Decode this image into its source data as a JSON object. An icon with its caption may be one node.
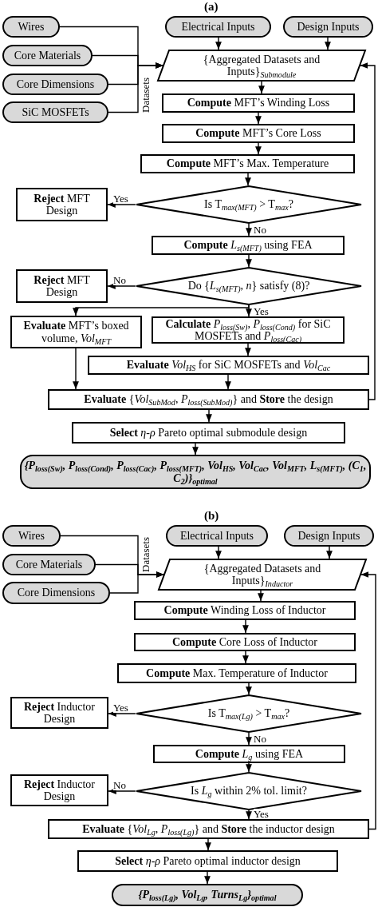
{
  "diagram": {
    "nodes": [
      {
        "text": [
          "Wires"
        ]
      },
      {
        "text": [
          "Core Materials"
        ]
      },
      {
        "text": [
          "Core Dimensions"
        ]
      },
      {
        "text": [
          "SiC MOSFETs"
        ]
      },
      {
        "text": [
          "Electrical Inputs"
        ]
      },
      {
        "text": [
          "Design Inputs"
        ]
      },
      {
        "text": [
          "{Aggregated Datasets and Inputs}$_{Submodule}$"
        ]
      },
      {
        "text": [
          "**Compute** MFT’s Winding Loss"
        ]
      },
      {
        "text": [
          "**Compute** MFT’s Core Loss"
        ]
      },
      {
        "text": [
          "**Compute** MFT’s Max. Temperature"
        ]
      },
      {
        "text": [
          "**Reject** MFT Design"
        ]
      },
      {
        "text": [
          "Is T$_{max(MFT)}$ > T$_{max}$?"
        ]
      },
      {
        "text": [
          "**Compute** *L*$_{s(MFT)}$ using FEA"
        ]
      },
      {
        "text": [
          "**Reject** MFT Design"
        ]
      },
      {
        "text": [
          "Do {*L*$_{s(MFT)}$, *n*} satisfy (8)?"
        ]
      },
      {
        "text": [
          "**Evaluate** MFT’s boxed volume, *Vol*$_{MFT}$"
        ]
      },
      {
        "text": [
          "**Calculate** *P*$_{loss(Sw)}$, *P*$_{loss(Cond)}$ for SiC MOSFETs and *P*$_{loss(Cac)}$"
        ]
      },
      {
        "text": [
          "**Evaluate** *Vol*$_{HS}$ for SiC MOSFETs and *Vol*$_{Cac}$"
        ]
      },
      {
        "text": [
          "**Evaluate** {*Vol*$_{SubMod}$, *P*$_{loss(SubMod)}$} and **Store** the design"
        ]
      },
      {
        "text": [
          "**Select** *η-ρ* Pareto optimal submodule design"
        ]
      },
      {
        "text": [
          "{P$_{loss(Sw)}$, P$_{loss(Cond)}$, P$_{loss(Cac)}$, P$_{loss(MFT)}$, Vol$_{HS}$, Vol$_{Cac}$, Vol$_{MFT}$, L$_{s(MFT)}$, (C$_{1}$, C$_{2}$)}$_{optimal}$"
        ]
      },
      {
        "text": [
          "Wires"
        ]
      },
      {
        "text": [
          "Core Materials"
        ]
      },
      {
        "text": [
          "Core Dimensions"
        ]
      },
      {
        "text": [
          "Electrical Inputs"
        ]
      },
      {
        "text": [
          "Design Inputs"
        ]
      },
      {
        "text": [
          "{Aggregated Datasets and Inputs}$_{Inductor}$"
        ]
      },
      {
        "text": [
          "**Compute** Winding Loss of Inductor"
        ]
      },
      {
        "text": [
          "**Compute** Core Loss of Inductor"
        ]
      },
      {
        "text": [
          "**Compute** Max. Temperature of Inductor"
        ]
      },
      {
        "text": [
          "**Reject** Inductor Design"
        ]
      },
      {
        "text": [
          "Is T$_{max(Lg)}$ > T$_{max}$?"
        ]
      },
      {
        "text": [
          "**Compute** *L*$_{g}$ using FEA"
        ]
      },
      {
        "text": [
          "**Reject** Inductor Design"
        ]
      },
      {
        "text": [
          "Is *L*$_{g}$ within 2% tol. limit?"
        ]
      },
      {
        "text": [
          "**Evaluate** {*Vol*$_{Lg}$, *P*$_{loss(Lg)}$} and **Store** the inductor design"
        ]
      },
      {
        "text": [
          "**Select** *η-ρ* Pareto optimal inductor design"
        ]
      },
      {
        "text": [
          "{P$_{loss(Lg)}$, Vol$_{Lg}$, Turns$_{Lg}$}$_{optimal}$"
        ]
      }
    ],
    "edges": [
      {
        "from": 0,
        "to": 6,
        "arrow": "to"
      },
      {
        "from": 1,
        "to": 6,
        "arrow": "to"
      },
      {
        "from": 2,
        "to": 6,
        "arrow": "to"
      },
      {
        "from": 3,
        "to": 6,
        "arrow": "to"
      },
      {
        "from": 4,
        "to": 6,
        "arrow": "to"
      },
      {
        "from": 5,
        "to": 6,
        "arrow": "to"
      },
      {
        "from": 6,
        "to": 7,
        "arrow": "to"
      },
      {
        "from": 7,
        "to": 8,
        "arrow": "to"
      },
      {
        "from": 8,
        "to": 9,
        "arrow": "to"
      },
      {
        "from": 9,
        "to": 11,
        "arrow": "to"
      },
      {
        "from": 11,
        "to": 10,
        "arrow": "to",
        "label": "Yes"
      },
      {
        "from": 11,
        "to": 12,
        "arrow": "to",
        "label": "No"
      },
      {
        "from": 12,
        "to": 14,
        "arrow": "to"
      },
      {
        "from": 14,
        "to": 13,
        "arrow": "to",
        "label": "No"
      },
      {
        "from": 14,
        "to": 16,
        "arrow": "to",
        "label": "Yes"
      },
      {
        "from": 14,
        "to": 15,
        "arrow": "to"
      },
      {
        "from": 16,
        "to": 17,
        "arrow": "to"
      },
      {
        "from": 15,
        "to": 18,
        "arrow": "to"
      },
      {
        "from": 17,
        "to": 18,
        "arrow": "to"
      },
      {
        "from": 18,
        "to": 6,
        "arrow": "to"
      },
      {
        "from": 18,
        "to": 19,
        "arrow": "to"
      },
      {
        "from": 19,
        "to": 20,
        "arrow": "to"
      },
      {
        "from": 21,
        "to": 26,
        "arrow": "to"
      },
      {
        "from": 22,
        "to": 26,
        "arrow": "to"
      },
      {
        "from": 23,
        "to": 26,
        "arrow": "to"
      },
      {
        "from": 24,
        "to": 26,
        "arrow": "to"
      },
      {
        "from": 25,
        "to": 26,
        "arrow": "to"
      },
      {
        "from": 26,
        "to": 27,
        "arrow": "to"
      },
      {
        "from": 27,
        "to": 28,
        "arrow": "to"
      },
      {
        "from": 28,
        "to": 29,
        "arrow": "to"
      },
      {
        "from": 29,
        "to": 31,
        "arrow": "to"
      },
      {
        "from": 31,
        "to": 30,
        "arrow": "to",
        "label": "Yes"
      },
      {
        "from": 31,
        "to": 32,
        "arrow": "to",
        "label": "No"
      },
      {
        "from": 32,
        "to": 34,
        "arrow": "to"
      },
      {
        "from": 34,
        "to": 33,
        "arrow": "to",
        "label": "No"
      },
      {
        "from": 34,
        "to": 35,
        "arrow": "to",
        "label": "Yes"
      },
      {
        "from": 35,
        "to": 26,
        "arrow": "to"
      },
      {
        "from": 35,
        "to": 36,
        "arrow": "to"
      },
      {
        "from": 36,
        "to": 37,
        "arrow": "to"
      }
    ],
    "labels": [
      "(a)",
      "Datasets",
      "(b)",
      "Datasets"
    ]
  }
}
